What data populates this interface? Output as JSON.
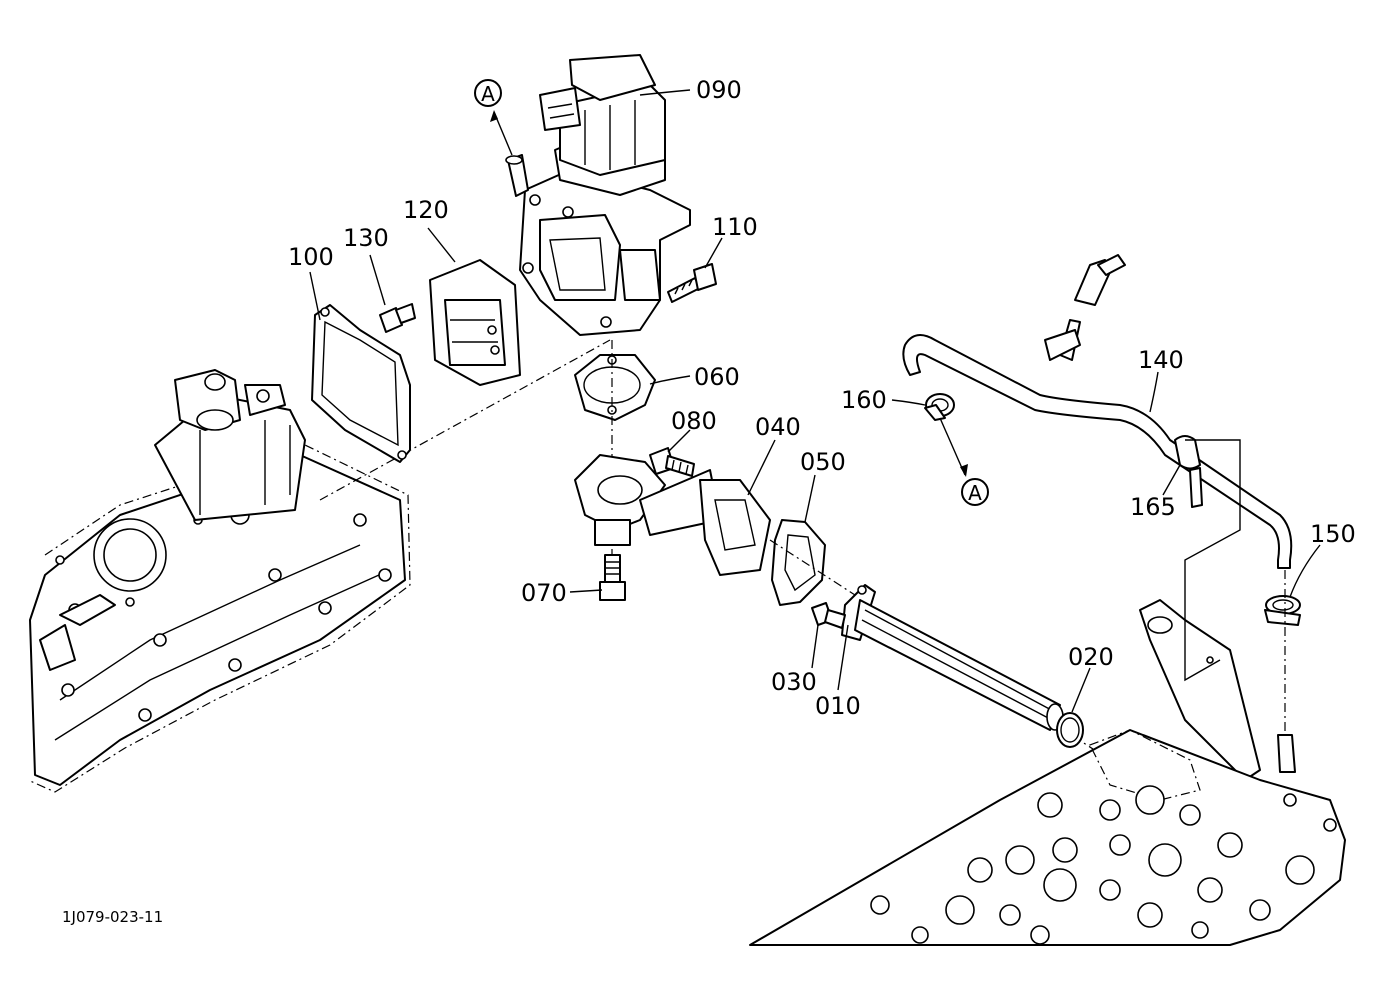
{
  "diagram": {
    "reference_code": "1J079-023-11",
    "direction_marker": "A",
    "callouts": [
      {
        "id": "090",
        "label": "090"
      },
      {
        "id": "110",
        "label": "110"
      },
      {
        "id": "120",
        "label": "120"
      },
      {
        "id": "130",
        "label": "130"
      },
      {
        "id": "100",
        "label": "100"
      },
      {
        "id": "060",
        "label": "060"
      },
      {
        "id": "080",
        "label": "080"
      },
      {
        "id": "040",
        "label": "040"
      },
      {
        "id": "050",
        "label": "050"
      },
      {
        "id": "070",
        "label": "070"
      },
      {
        "id": "030",
        "label": "030"
      },
      {
        "id": "010",
        "label": "010"
      },
      {
        "id": "020",
        "label": "020"
      },
      {
        "id": "140",
        "label": "140"
      },
      {
        "id": "160",
        "label": "160"
      },
      {
        "id": "165",
        "label": "165"
      },
      {
        "id": "150",
        "label": "150"
      }
    ]
  }
}
